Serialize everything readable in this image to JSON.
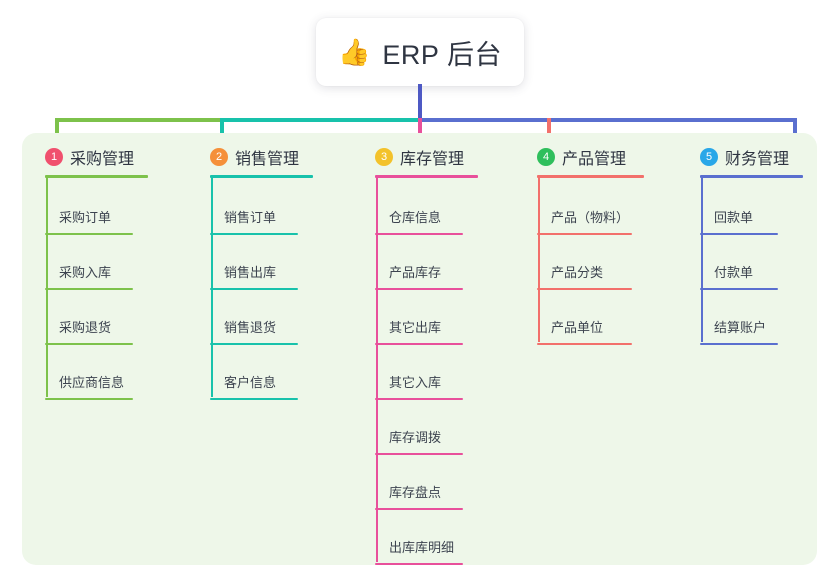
{
  "root": {
    "emoji": "👍",
    "icon_name": "thumbs-up-icon",
    "title": "ERP 后台",
    "stem_color": "#4e59c4"
  },
  "panel": {
    "background": "#eef7e9"
  },
  "columns": [
    {
      "number": "1",
      "title": "采购管理",
      "badge_color": "#f0506e",
      "line_color": "#7dc24b",
      "items": [
        {
          "label": "采购订单"
        },
        {
          "label": "采购入库"
        },
        {
          "label": "采购退货"
        },
        {
          "label": "供应商信息"
        }
      ]
    },
    {
      "number": "2",
      "title": "销售管理",
      "badge_color": "#f5903a",
      "line_color": "#18c2ab",
      "items": [
        {
          "label": "销售订单"
        },
        {
          "label": "销售出库"
        },
        {
          "label": "销售退货"
        },
        {
          "label": "客户信息"
        }
      ]
    },
    {
      "number": "3",
      "title": "库存管理",
      "badge_color": "#f3c22b",
      "line_color": "#e8509b",
      "items": [
        {
          "label": "仓库信息"
        },
        {
          "label": "产品库存"
        },
        {
          "label": "其它出库"
        },
        {
          "label": "其它入库"
        },
        {
          "label": "库存调拨"
        },
        {
          "label": "库存盘点"
        },
        {
          "label": "出库库明细"
        }
      ]
    },
    {
      "number": "4",
      "title": "产品管理",
      "badge_color": "#2fbf5c",
      "line_color": "#f2706b",
      "items": [
        {
          "label": "产品（物料）"
        },
        {
          "label": "产品分类"
        },
        {
          "label": "产品单位"
        }
      ]
    },
    {
      "number": "5",
      "title": "财务管理",
      "badge_color": "#29a7e8",
      "line_color": "#5a6fcf",
      "items": [
        {
          "label": "回款单"
        },
        {
          "label": "付款单"
        },
        {
          "label": "结算账户"
        }
      ]
    }
  ],
  "bus": {
    "segments": [
      {
        "name": "bus-segment-green",
        "color": "#7dc24b"
      },
      {
        "name": "bus-segment-teal",
        "color": "#18c2ab"
      },
      {
        "name": "bus-segment-blue",
        "color": "#5a6fcf"
      }
    ]
  }
}
